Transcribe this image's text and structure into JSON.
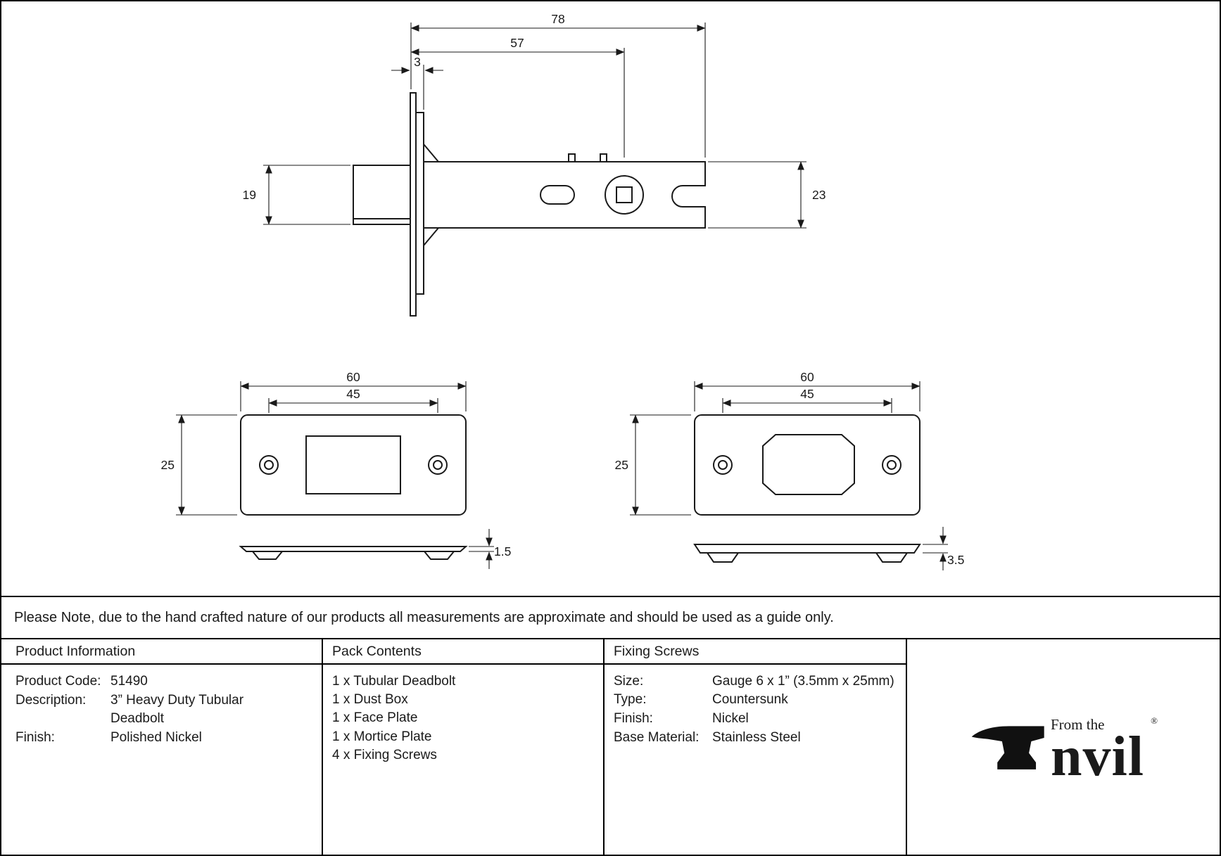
{
  "note": "Please Note, due to the hand crafted nature of our products all measurements are approximate and should be used as a guide only.",
  "drawings": {
    "deadbolt_side": {
      "dim_overall": "78",
      "dim_to_spindle": "57",
      "dim_faceplate_thickness": "3",
      "dim_bolt_height": "19",
      "dim_case_height": "23"
    },
    "face_plate": {
      "dim_width": "60",
      "dim_hole_centers": "45",
      "dim_height": "25",
      "dim_thickness": "1.5"
    },
    "mortice_plate": {
      "dim_width": "60",
      "dim_hole_centers": "45",
      "dim_height": "25",
      "dim_thickness": "3.5"
    }
  },
  "table": {
    "product_info": {
      "header": "Product Information",
      "rows": [
        {
          "label": "Product Code:",
          "value": "51490"
        },
        {
          "label": "Description:",
          "value": "3” Heavy Duty Tubular"
        },
        {
          "label": "",
          "value": "Deadbolt"
        },
        {
          "label": "Finish:",
          "value": "Polished Nickel"
        }
      ]
    },
    "pack_contents": {
      "header": "Pack Contents",
      "items": [
        "1 x Tubular Deadbolt",
        "1 x Dust Box",
        "1 x Face Plate",
        "1 x Mortice Plate",
        "4 x Fixing Screws"
      ]
    },
    "fixing_screws": {
      "header": "Fixing Screws",
      "rows": [
        {
          "label": "Size:",
          "value": "Gauge 6 x 1” (3.5mm x 25mm)"
        },
        {
          "label": "Type:",
          "value": "Countersunk"
        },
        {
          "label": "Finish:",
          "value": "Nickel"
        },
        {
          "label": "Base Material:",
          "value": "Stainless Steel"
        }
      ]
    }
  },
  "logo": {
    "tagline": "From the",
    "wordmark": "nvil",
    "registered": "®"
  }
}
